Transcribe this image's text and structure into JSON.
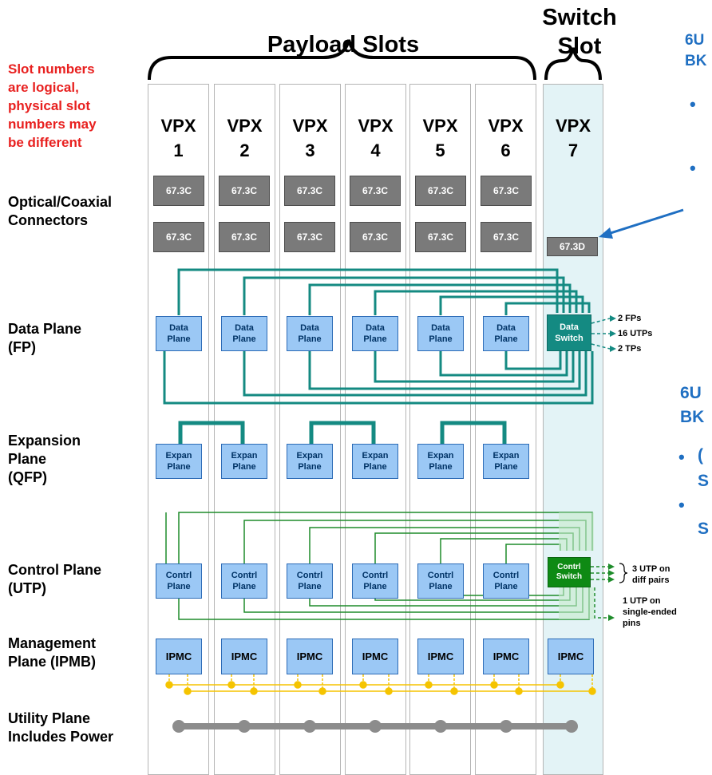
{
  "header": {
    "payload_slots": "Payload Slots",
    "switch_slot_line1": "Switch",
    "switch_slot_line2": "Slot"
  },
  "note": [
    "Slot numbers",
    "are logical,",
    "physical slot",
    "numbers may",
    "be different"
  ],
  "slots": [
    {
      "vpx": "VPX",
      "num": "1"
    },
    {
      "vpx": "VPX",
      "num": "2"
    },
    {
      "vpx": "VPX",
      "num": "3"
    },
    {
      "vpx": "VPX",
      "num": "4"
    },
    {
      "vpx": "VPX",
      "num": "5"
    },
    {
      "vpx": "VPX",
      "num": "6"
    },
    {
      "vpx": "VPX",
      "num": "7"
    }
  ],
  "planes": {
    "optical": [
      "Optical/Coaxial",
      "Connectors"
    ],
    "data": [
      "Data Plane",
      "(FP)"
    ],
    "expansion": [
      "Expansion",
      "Plane",
      "(QFP)"
    ],
    "control": [
      "Control Plane",
      "(UTP)"
    ],
    "management": [
      "Management",
      "Plane (IPMB)"
    ],
    "utility": [
      "Utility Plane",
      "Includes Power"
    ]
  },
  "connectors": {
    "payload": "67.3C",
    "switch": "67.3D"
  },
  "data_plane_box": [
    "Data",
    "Plane"
  ],
  "data_switch_box": [
    "Data",
    "Switch"
  ],
  "expan_box": [
    "Expan",
    "Plane"
  ],
  "contrl_box": [
    "Contrl",
    "Plane"
  ],
  "contrl_switch_box": [
    "Contrl",
    "Switch"
  ],
  "ipmc": "IPMC",
  "data_switch_outputs": [
    "2 FPs",
    "16 UTPs",
    "2 TPs"
  ],
  "control_switch_outputs": {
    "diff_line1": "3 UTP on",
    "diff_line2": "diff pairs",
    "se_line1": "1 UTP on",
    "se_line2": "single-ended",
    "se_line3": "pins"
  },
  "right_panel": {
    "h1_line1": "6U",
    "h1_line2": "BK",
    "h2_line1": "6U",
    "h2_line2": "BK",
    "frag1": "(",
    "frag2": "S",
    "frag3": "S"
  },
  "colors": {
    "teal": "#148a82",
    "green": "#1e8c2a",
    "yellow": "#f5c400",
    "gray": "#8c8c8c",
    "blue_accent": "#1f6fc2",
    "red_note": "#e8201f"
  }
}
